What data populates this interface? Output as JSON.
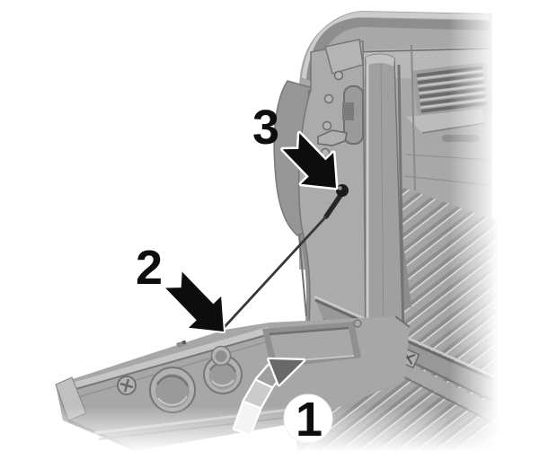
{
  "figure": {
    "callouts": {
      "one": {
        "label": "1",
        "style": "number-in-white-circle"
      },
      "two": {
        "label": "2",
        "style": "number-with-black-arrow"
      },
      "three": {
        "label": "3",
        "style": "number-with-black-arrow"
      }
    },
    "colors": {
      "background": "#ffffff",
      "callout_black": "#0d0d0d",
      "badge_fill": "#ffffff",
      "metal_light": "#c6c6c6",
      "metal_mid": "#a6a6a6",
      "metal_dark": "#6e6e6e",
      "stripe_arrow_head": "#696969",
      "cable_black": "#262626"
    }
  }
}
